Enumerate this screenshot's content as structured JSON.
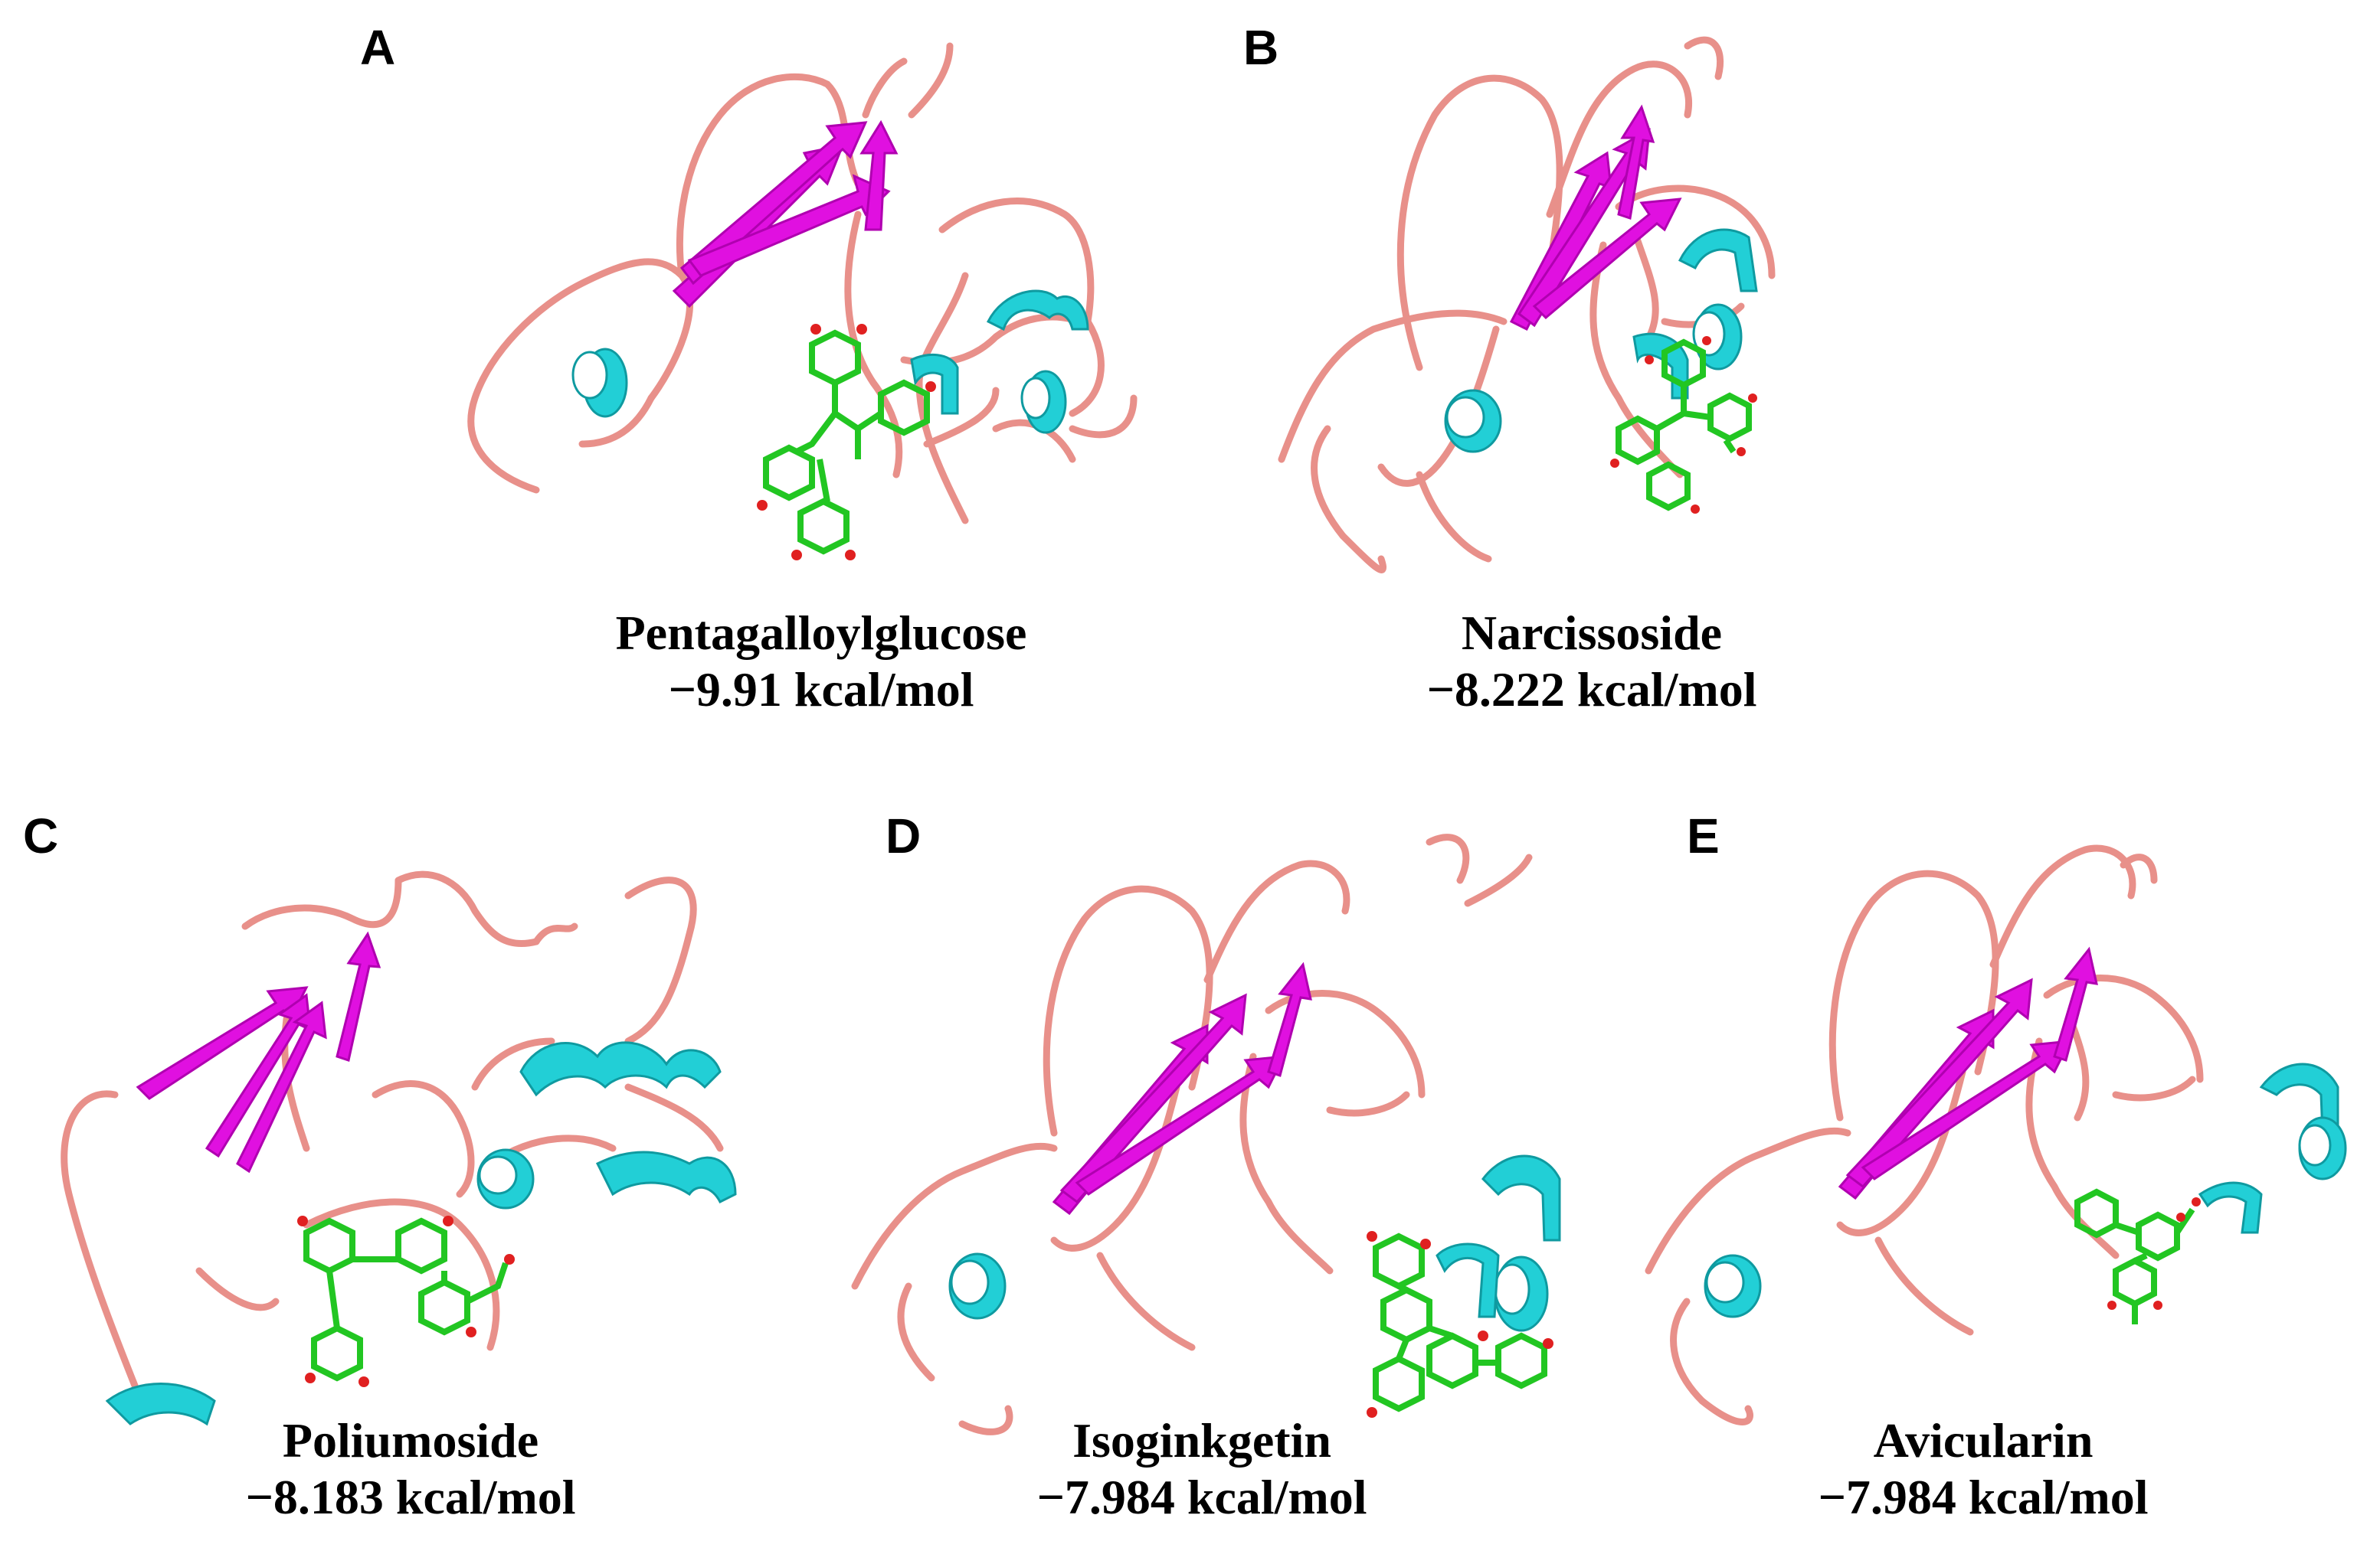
{
  "panels": [
    {
      "letter": "A",
      "compound": "Pentagalloylglucose",
      "energy": "−9.91 kcal/mol"
    },
    {
      "letter": "B",
      "compound": "Narcissoside",
      "energy": "−8.222 kcal/mol"
    },
    {
      "letter": "C",
      "compound": "Poliumoside",
      "energy": "−8.183 kcal/mol"
    },
    {
      "letter": "D",
      "compound": "Isoginkgetin",
      "energy": "−7.984 kcal/mol"
    },
    {
      "letter": "E",
      "compound": "Avicularin",
      "energy": "−7.984 kcal/mol"
    }
  ],
  "colors": {
    "coil": "#e8908a",
    "sheet": "#e010e0",
    "helix": "#22cfd6",
    "ligand": "#22c622",
    "ligand_oxygen": "#e02020"
  }
}
